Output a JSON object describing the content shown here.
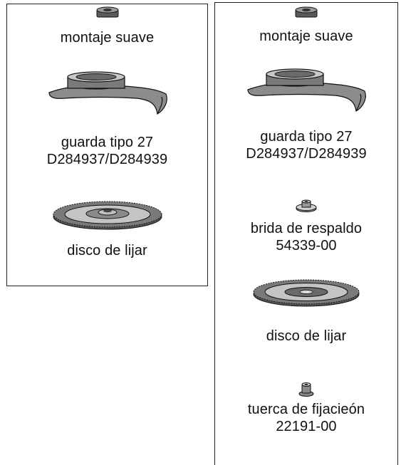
{
  "left_panel": {
    "items": [
      {
        "icon": "soft-mount-icon",
        "lines": [
          "montaje suave"
        ]
      },
      {
        "icon": "type-27-guard-icon",
        "lines": [
          "guarda tipo 27",
          "D284937/D284939"
        ]
      },
      {
        "icon": "sanding-disc-with-flange-icon",
        "lines": [
          "disco de lijar"
        ]
      }
    ]
  },
  "right_panel": {
    "items": [
      {
        "icon": "soft-mount-icon",
        "lines": [
          "montaje suave"
        ]
      },
      {
        "icon": "type-27-guard-icon",
        "lines": [
          "guarda tipo 27",
          "D284937/D284939"
        ]
      },
      {
        "icon": "backing-flange-icon",
        "lines": [
          "brida de respaldo",
          "54339-00"
        ]
      },
      {
        "icon": "sanding-disc-icon",
        "lines": [
          "disco de lijar"
        ]
      },
      {
        "icon": "clamp-nut-icon",
        "lines": [
          "tuerca de fijacieón",
          "22191-00"
        ]
      }
    ]
  }
}
